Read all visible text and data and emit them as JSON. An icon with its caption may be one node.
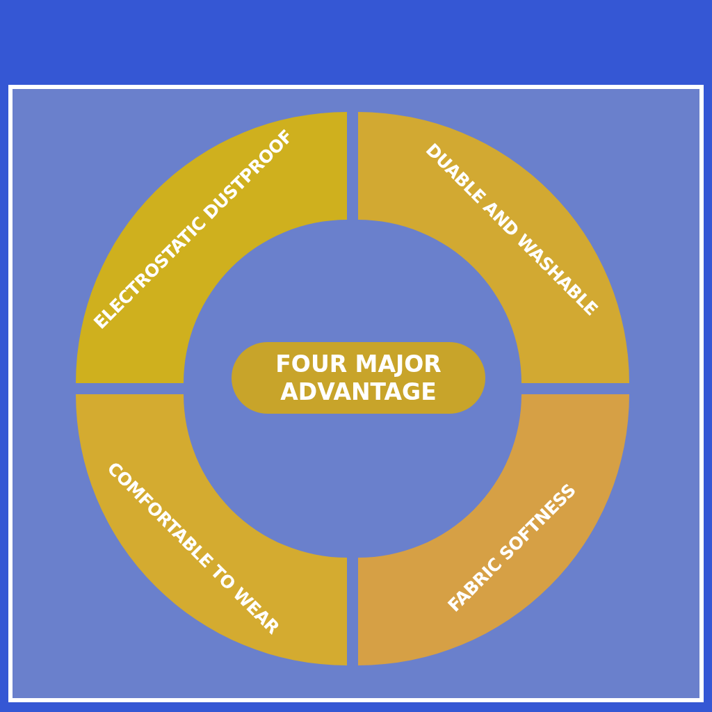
{
  "diagram": {
    "nodes": [
      {
        "text": [
          "ELECTROSTATIC DUSTPROOF"
        ]
      },
      {
        "text": [
          "DUABLE AND WASHABLE"
        ]
      },
      {
        "text": [
          "FOUR MAJOR ADVANTAGE"
        ]
      },
      {
        "text": [
          "COMFORTABLE TO WEAR"
        ]
      },
      {
        "text": [
          "FABRIC SOFTNESS"
        ]
      }
    ]
  }
}
